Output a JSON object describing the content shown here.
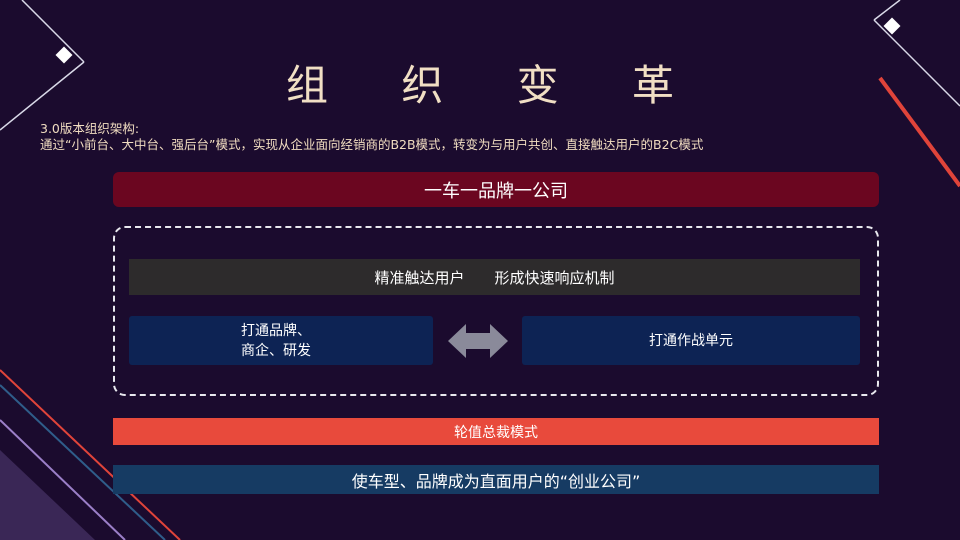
{
  "slide": {
    "title": "组 织 变 革",
    "subtitle_line1": "3.0版本组织架构:",
    "subtitle_line2": "通过“小前台、大中台、强后台”模式，实现从企业面向经销商的B2B模式，转变为与用户共创、直接触达用户的B2C模式"
  },
  "top_bar": {
    "label": "一车一品牌一公司"
  },
  "inner": {
    "gray_label_a": "精准触达用户",
    "gray_label_b": "形成快速响应机制",
    "left_box_line1": "打通品牌、",
    "left_box_line2": "商企、研发",
    "right_box": "打通作战单元"
  },
  "red_bar": {
    "label": "轮值总裁模式"
  },
  "teal_bar": {
    "label": "使车型、品牌成为直面用户的“创业公司”"
  },
  "colors": {
    "background": "#1b0b2e",
    "title": "#f1dfc4",
    "top_bar": "#6b0620",
    "gray_bar": "#2d2b2c",
    "blue_box": "#0d2354",
    "red_bar": "#e84a3c",
    "teal_bar": "#163b63",
    "accent_red": "#e0443a"
  },
  "icons": {
    "exchange": "double-arrow-icon"
  }
}
